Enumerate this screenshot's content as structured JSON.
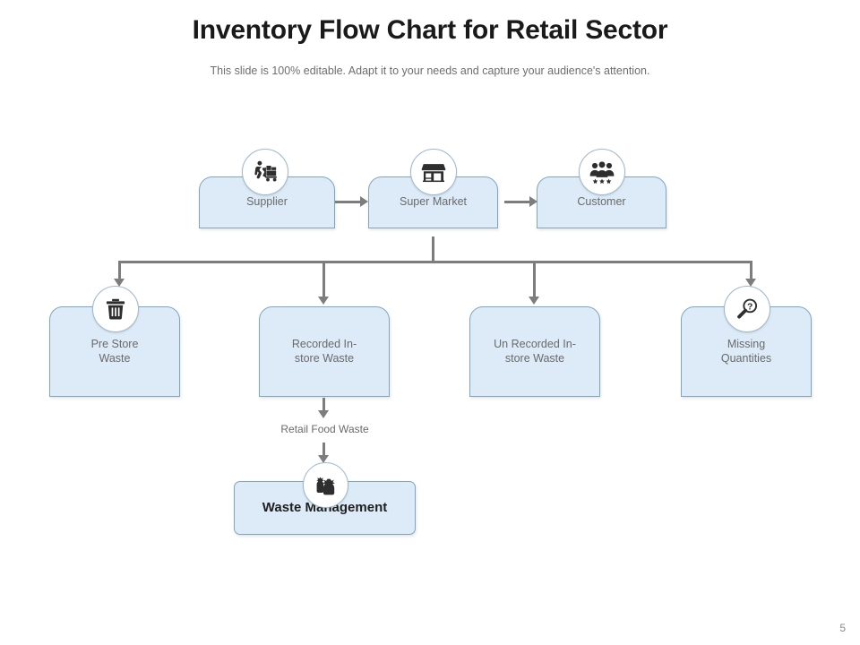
{
  "header": {
    "title": "Inventory Flow Chart for Retail Sector",
    "subtitle": "This slide is 100% editable. Adapt it to your needs and capture your audience's attention."
  },
  "flow": {
    "top_row": [
      {
        "id": "supplier",
        "label": "Supplier",
        "icon": "worker-handtruck-icon"
      },
      {
        "id": "super-market",
        "label": "Super Market",
        "icon": "storefront-icon"
      },
      {
        "id": "customer",
        "label": "Customer",
        "icon": "people-stars-icon"
      }
    ],
    "second_row": [
      {
        "id": "pre-store-waste",
        "label": "Pre Store\nWaste",
        "icon": "trash-bin-icon"
      },
      {
        "id": "recorded-in-store-waste",
        "label": "Recorded In-\nstore Waste",
        "icon": null
      },
      {
        "id": "un-recorded-in-store-waste",
        "label": "Un Recorded In-\nstore Waste",
        "icon": null
      },
      {
        "id": "missing-quantities",
        "label": "Missing\nQuantities",
        "icon": "magnifier-question-icon"
      }
    ],
    "edge_labels": [
      {
        "id": "retail-food-waste",
        "label": "Retail Food Waste"
      }
    ],
    "bottom_row": [
      {
        "id": "waste-management",
        "label": "Waste Management",
        "icon": "garbage-bags-icon"
      }
    ]
  },
  "footer": {
    "page_number": "5"
  },
  "colors": {
    "node_fill": "#dcebf7",
    "node_border": "#7fa6bd",
    "connector": "#7d7d7d",
    "label_text": "#6a6a6a",
    "title_text": "#1a1a1a",
    "subtitle_text": "#6e6e6e",
    "badge_bg": "#ffffff",
    "icon_dark": "#2e2e2e"
  }
}
